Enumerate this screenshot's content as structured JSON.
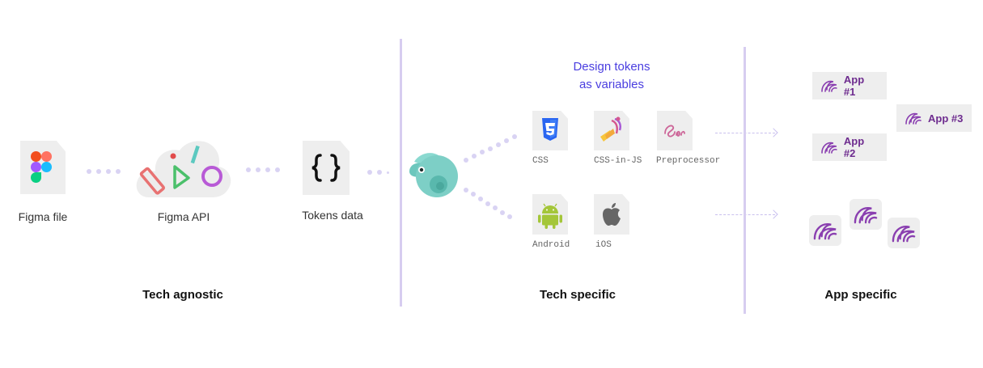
{
  "nodes": {
    "figma_file": "Figma file",
    "figma_api": "Figma API",
    "tokens_data": "Tokens data"
  },
  "design_tokens": {
    "line1": "Design tokens",
    "line2": "as variables"
  },
  "platforms": {
    "css": "CSS",
    "css_in_js": "CSS-in-JS",
    "preprocessor": "Preprocessor",
    "android": "Android",
    "ios": "iOS"
  },
  "apps": {
    "app1": "App #1",
    "app2": "App #2",
    "app3": "App #3"
  },
  "sections": {
    "agnostic": "Tech agnostic",
    "specific": "Tech specific",
    "app_specific": "App specific"
  },
  "colors": {
    "accent_text": "#4a3ee0",
    "divider": "#d7cdf0",
    "app_text": "#6e2c8f",
    "chameleon": "#7dcfc6"
  },
  "icons": [
    "figma-logo-icon",
    "figma-api-cloud-icon",
    "curly-braces-icon",
    "chameleon-icon",
    "css3-icon",
    "css-in-js-icon",
    "sass-icon",
    "android-icon",
    "apple-icon",
    "app-logo-icon"
  ]
}
